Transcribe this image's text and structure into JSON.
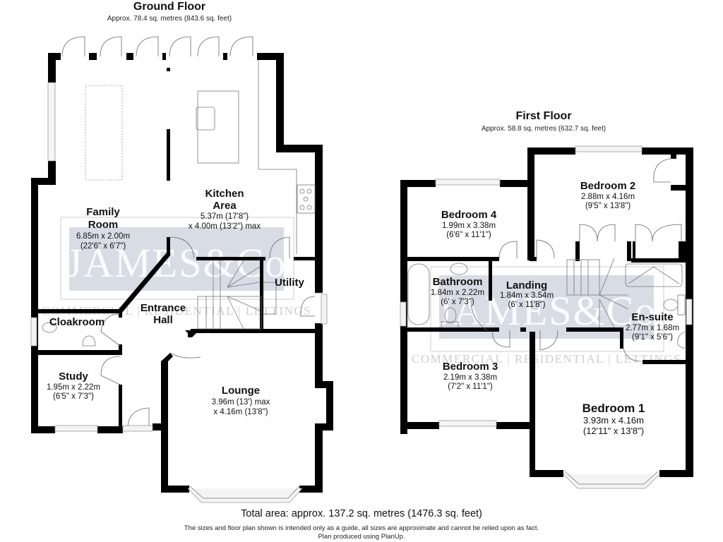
{
  "ground_floor": {
    "title": "Ground Floor",
    "area": "Approx. 78.4 sq. metres (843.6 sq. feet)",
    "rooms": {
      "family_room": {
        "name_line1": "Family",
        "name_line2": "Room",
        "dim1": "6.85m x 2.00m",
        "dim2": "(22'6\" x 6'7\")"
      },
      "kitchen": {
        "name_line1": "Kitchen",
        "name_line2": "Area",
        "dim1": "5.37m (17'8\")",
        "dim2": "x 4.00m (13'2\") max"
      },
      "utility": {
        "name": "Utility"
      },
      "entrance_hall": {
        "name_line1": "Entrance",
        "name_line2": "Hall"
      },
      "cloakroom": {
        "name": "Cloakroom"
      },
      "study": {
        "name": "Study",
        "dim1": "1.95m x 2.22m",
        "dim2": "(6'5\" x 7'3\")"
      },
      "lounge": {
        "name": "Lounge",
        "dim1": "3.96m (13') max",
        "dim2": "x 4.16m (13'8\")"
      }
    }
  },
  "first_floor": {
    "title": "First Floor",
    "area": "Approx. 58.8 sq. metres (632.7 sq. feet)",
    "rooms": {
      "bedroom_2": {
        "name": "Bedroom 2",
        "dim1": "2.88m x 4.16m",
        "dim2": "(9'5\" x 13'8\")"
      },
      "bedroom_4": {
        "name": "Bedroom 4",
        "dim1": "1.99m x 3.38m",
        "dim2": "(6'6\" x 11'1\")"
      },
      "bathroom": {
        "name": "Bathroom",
        "dim1": "1.84m x 2.22m",
        "dim2": "(6' x 7'3\")"
      },
      "landing": {
        "name": "Landing",
        "dim1": "1.84m x 3.54m",
        "dim2": "(6' x 11'8\")"
      },
      "en_suite": {
        "name": "En-suite",
        "dim1": "2.77m x 1.68m",
        "dim2": "(9'1\" x 5'6\")"
      },
      "bedroom_3": {
        "name": "Bedroom 3",
        "dim1": "2.19m x 3.38m",
        "dim2": "(7'2\" x 11'1\")"
      },
      "bedroom_1": {
        "name": "Bedroom 1",
        "dim1": "3.93m x 4.16m",
        "dim2": "(12'11\" x 13'8\")"
      }
    }
  },
  "watermark": {
    "brand": "JAMES&Co",
    "tagline": "COMMERCIAL  |  RESIDENTIAL  |  LETTINGS"
  },
  "footer": {
    "total_area": "Total area: approx. 137.2 sq. metres (1476.3 sq. feet)",
    "disclaimer": "The sizes and floor plan shown is intended only as a guide, all sizes are approximate and cannot be relied upon as fact.",
    "credit": "Plan produced using PlanUp."
  },
  "colors": {
    "wall": "#000000",
    "watermark_fill": "#c9d0dc",
    "background": "#ffffff"
  }
}
